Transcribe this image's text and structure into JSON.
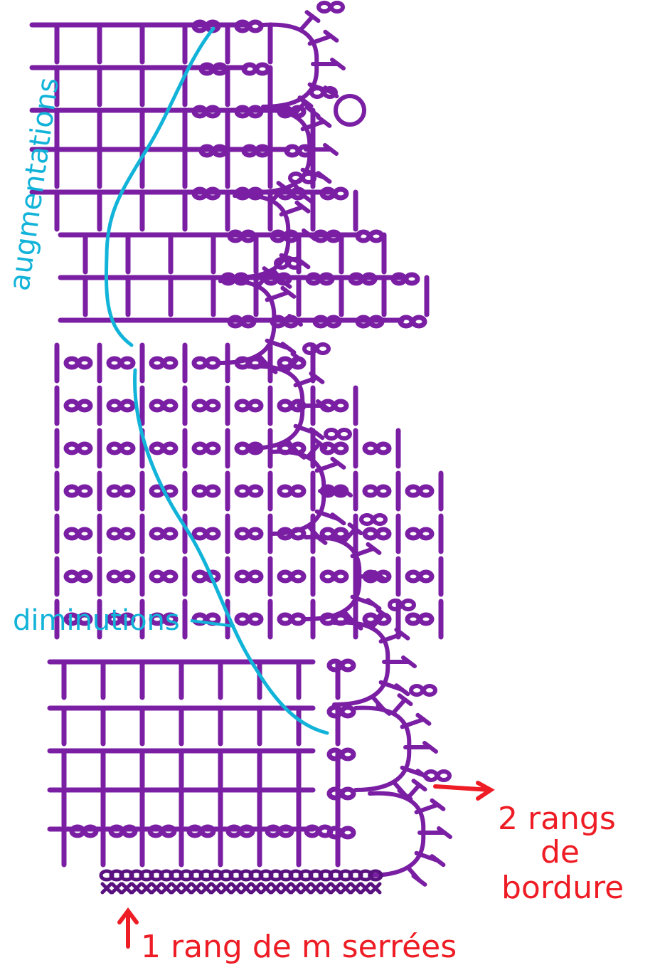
{
  "colors": {
    "ink": "#7a1fa3",
    "ink_dark": "#5a1180",
    "guide": "#12b3d9",
    "note": "#ee1c24",
    "paper": "#ffffff"
  },
  "annotations": {
    "augmentations": "augmentations",
    "diminutions": "diminutions",
    "border_line1": "2 rangs",
    "border_line2": "de",
    "border_line3": "bordure",
    "bottom_row": "1 rang de m serrées"
  }
}
